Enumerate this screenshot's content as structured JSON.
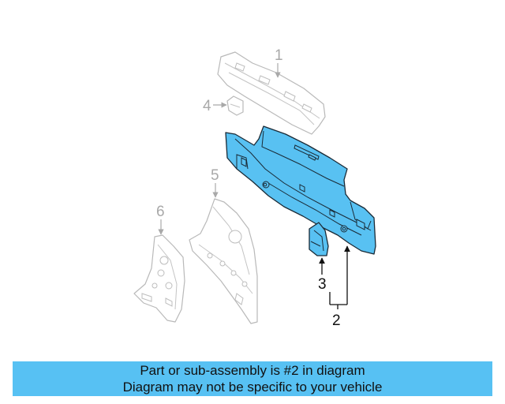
{
  "callouts": {
    "c1": "1",
    "c2": "2",
    "c3": "3",
    "c4": "4",
    "c5": "5",
    "c6": "6"
  },
  "banner": {
    "line1": "Part or sub-assembly is #2 in diagram",
    "line2": "Diagram may not be specific to your vehicle"
  },
  "colors": {
    "highlight": "#58c1f2",
    "banner": "#57c1f3",
    "faded": "#a9a9a9"
  }
}
